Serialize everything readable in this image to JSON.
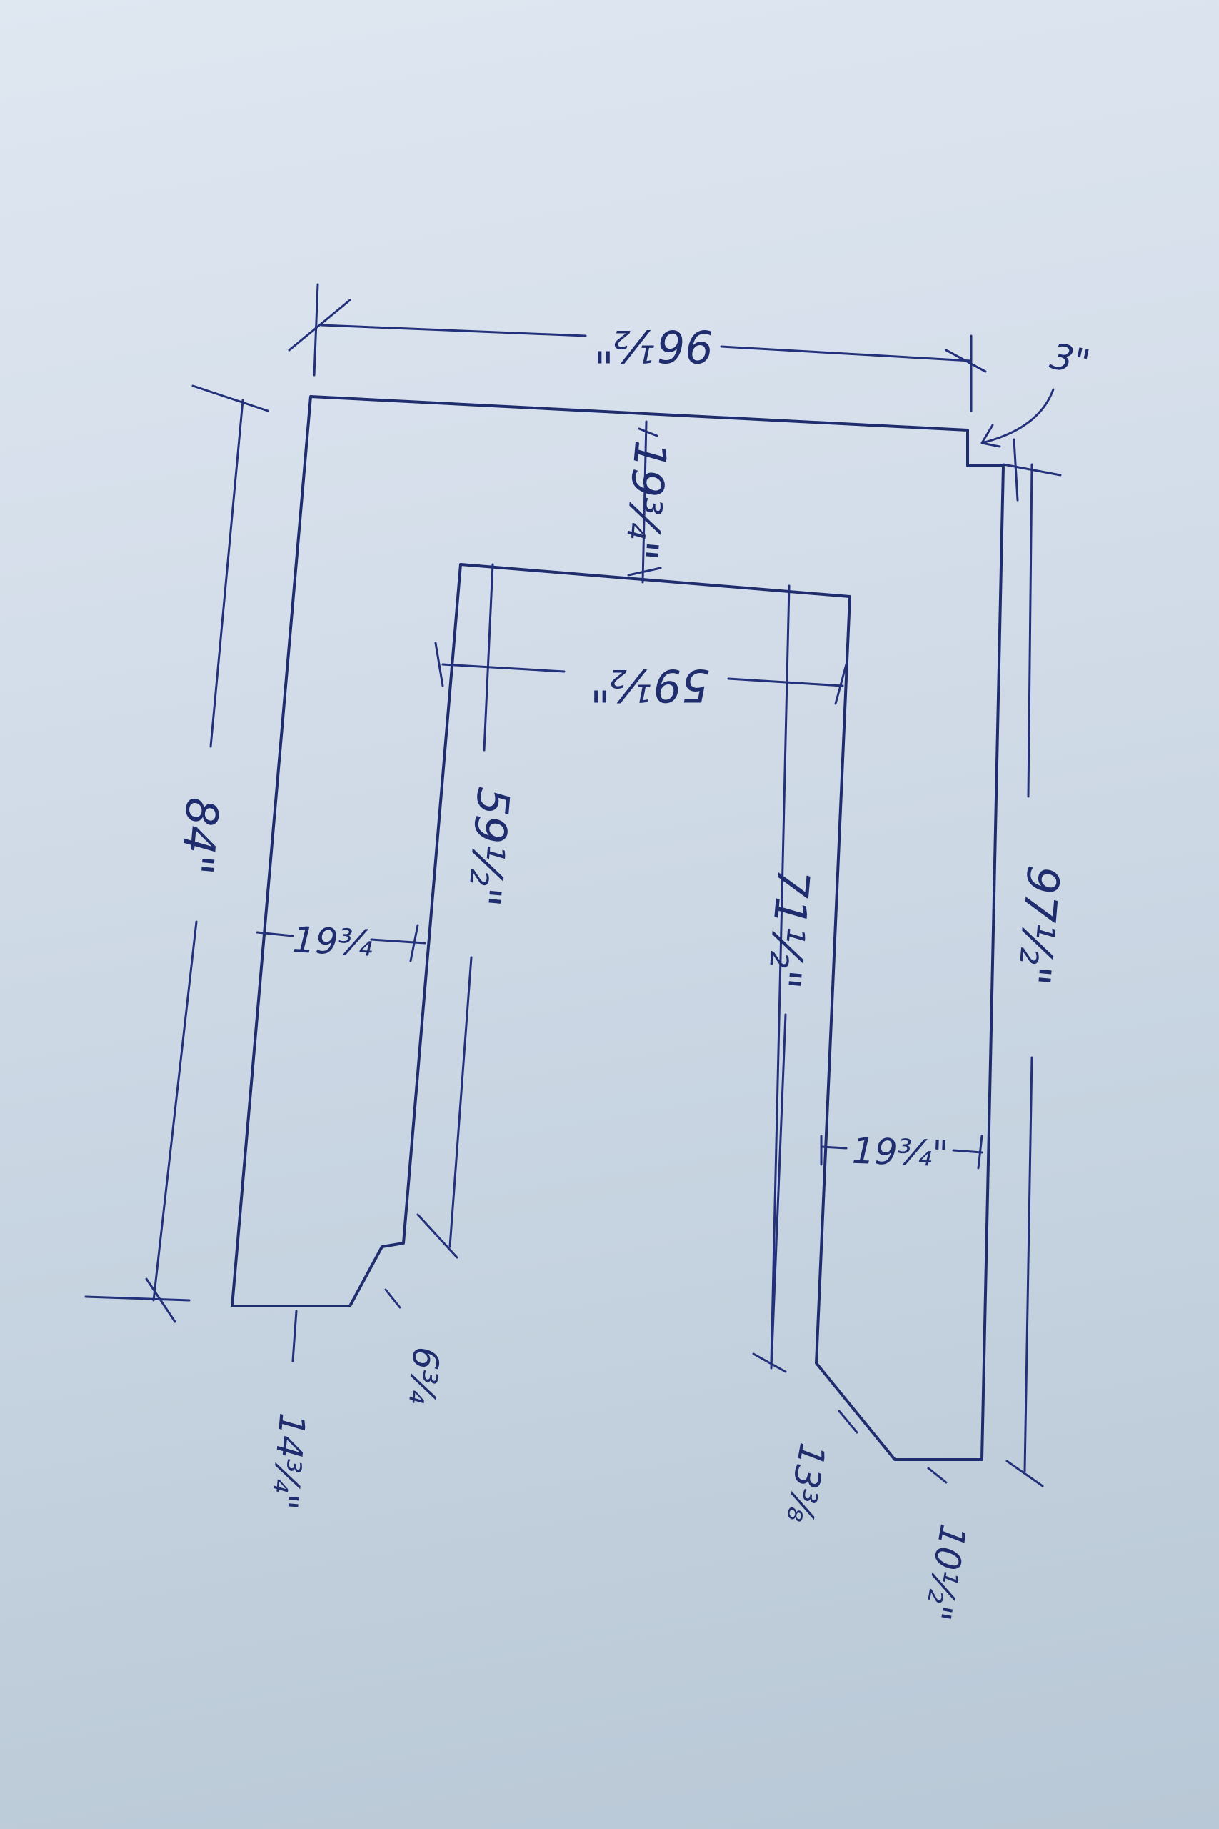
{
  "dimensions": {
    "top_outer_width": "96½\"",
    "corner_notch": "3\"",
    "top_depth": "19¾\"",
    "inner_width": "59½\"",
    "left_outer_height": "84\"",
    "left_inner_height": "59½\"",
    "left_depth": "19¾",
    "left_bottom_width": "14¾\"",
    "left_bevel": "6¾",
    "right_inner_height": "71½\"",
    "right_outer_height": "97½\"",
    "right_depth": "19¾\"",
    "right_bevel": "13⅜",
    "right_bottom_width": "10½\""
  },
  "colors": {
    "ink": "#1f2d6e",
    "paper": "#d3dde9"
  }
}
